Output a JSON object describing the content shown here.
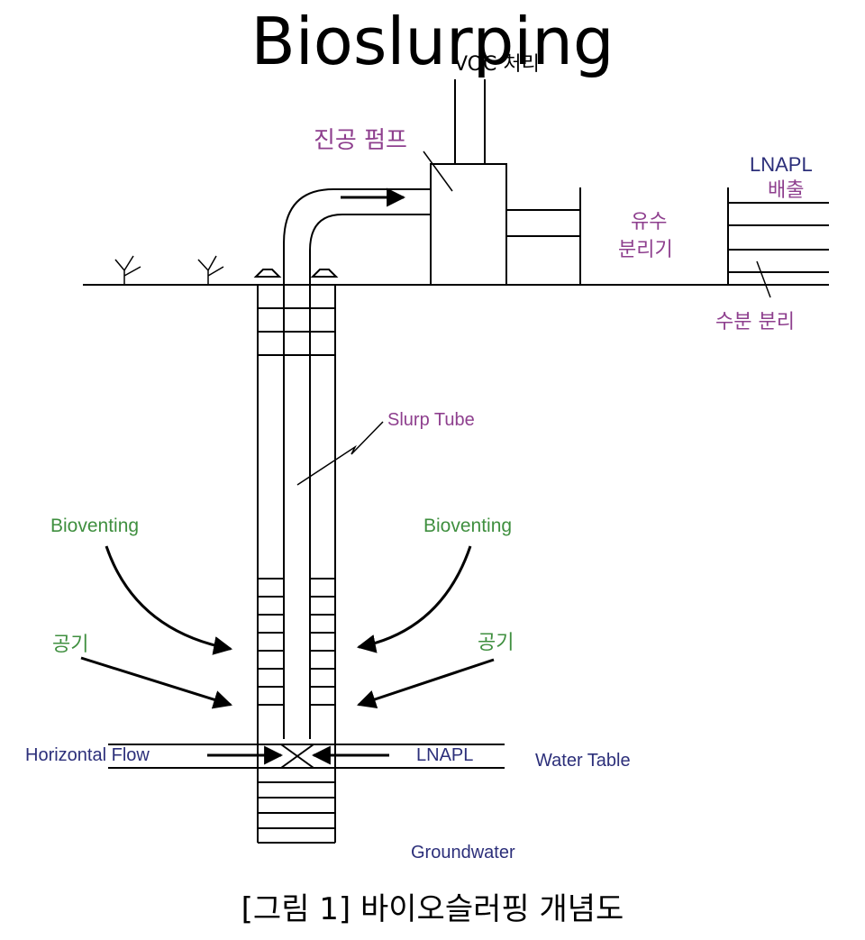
{
  "title": "Bioslurping",
  "labels": {
    "voc_treatment": "VOC 처리",
    "vacuum_pump": "진공 펌프",
    "lnapl_discharge_line1": "LNAPL",
    "lnapl_discharge_line2": "배출",
    "oil_water_separator_line1": "유수",
    "oil_water_separator_line2": "분리기",
    "water_separation": "수분 분리",
    "slurp_tube": "Slurp Tube",
    "bioventing_left": "Bioventing",
    "bioventing_right": "Bioventing",
    "air_left": "공기",
    "air_right": "공기",
    "horizontal_flow": "Horizontal Flow",
    "lnapl": "LNAPL",
    "water_table": "Water Table",
    "groundwater": "Groundwater"
  },
  "caption": "[그림 1] 바이오슬러핑 개념도",
  "colors": {
    "line": "#000000",
    "purple": "#8e3f8e",
    "green": "#3f8f3f",
    "navy": "#2c2f7a"
  }
}
